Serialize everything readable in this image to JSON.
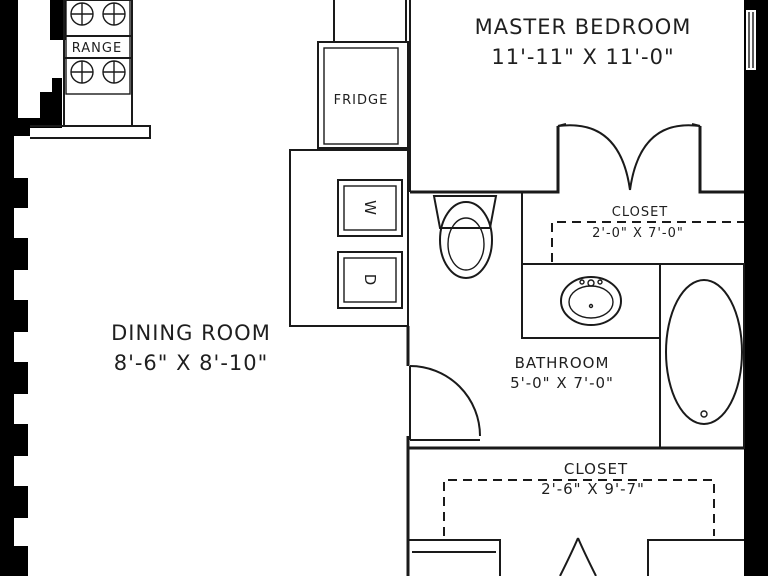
{
  "rooms": {
    "master_bedroom": {
      "name": "MASTER BEDROOM",
      "size": "11'-11\" X 11'-0\""
    },
    "dining_room": {
      "name": "DINING ROOM",
      "size": "8'-6\" X 8'-10\""
    },
    "bathroom": {
      "name": "BATHROOM",
      "size": "5'-0\" X 7'-0\""
    },
    "closet_upper": {
      "name": "CLOSET",
      "size": "2'-0\" X 7'-0\""
    },
    "closet_lower": {
      "name": "CLOSET",
      "size": "2'-6\" X 9'-7\""
    }
  },
  "appliances": {
    "range": "RANGE",
    "fridge": "FRIDGE",
    "washer": "W",
    "dryer": "D"
  }
}
